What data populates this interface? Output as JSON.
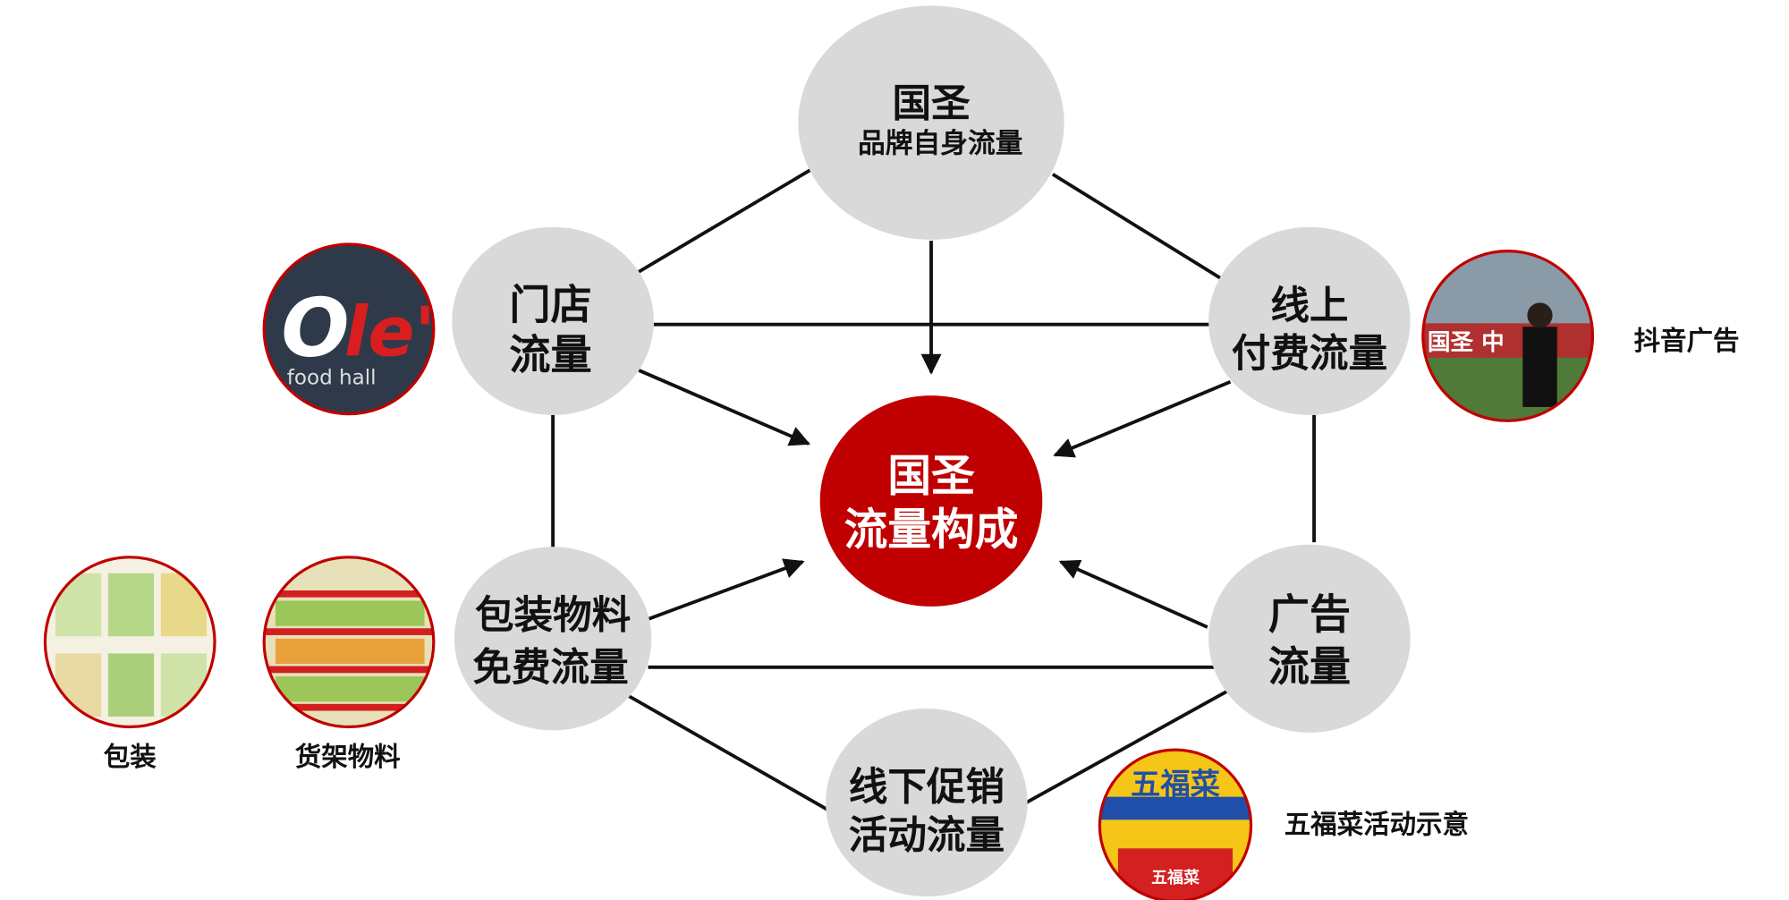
{
  "center": {
    "line1": "国圣",
    "line2": "流量构成",
    "color": "#c00000"
  },
  "nodes": {
    "brand": {
      "line1": "国圣",
      "line2": "品牌自身流量"
    },
    "store": {
      "line1": "门店",
      "line2": "流量"
    },
    "online": {
      "line1": "线上",
      "line2": "付费流量"
    },
    "packaging": {
      "line1": "包装物料",
      "line2": "免费流量"
    },
    "ads": {
      "line1": "广告",
      "line2": "流量"
    },
    "offline": {
      "line1": "线下促销",
      "line2": "活动流量"
    }
  },
  "photos": {
    "ole": {
      "caption": "",
      "logo_text": "Ole' food hall"
    },
    "douyin": {
      "caption": "抖音广告",
      "logo_text": "国圣"
    },
    "package": {
      "caption": "包装"
    },
    "shelf": {
      "caption": "货架物料"
    },
    "wufucai": {
      "caption": "五福菜活动示意",
      "logo_text": "五福菜"
    }
  },
  "colors": {
    "node_fill": "#d9d9d9",
    "accent": "#c00000"
  }
}
